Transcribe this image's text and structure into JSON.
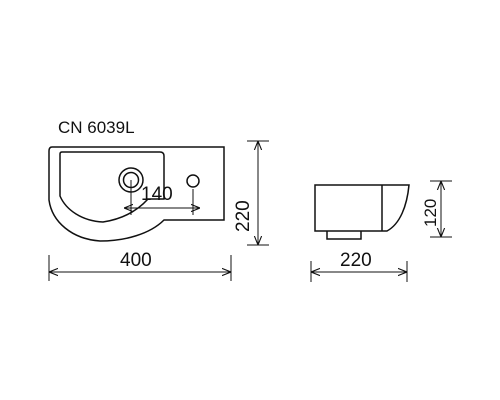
{
  "model": "CN 6039L",
  "dimensions": {
    "width": "400",
    "depth": "220",
    "tap_offset": "140",
    "side_depth": "220",
    "side_height": "120"
  },
  "colors": {
    "line": "#111111",
    "background": "#ffffff"
  }
}
